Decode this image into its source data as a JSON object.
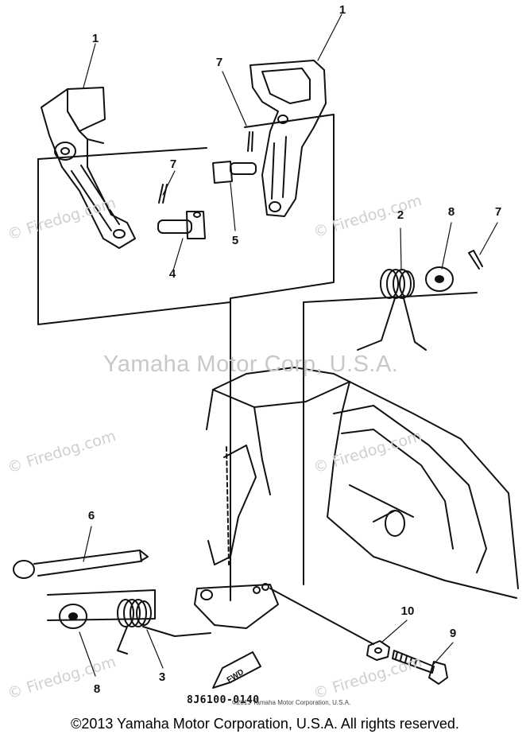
{
  "diagram": {
    "center_watermark": "Yamaha Motor Corp, U.S.A.",
    "side_watermark": "© Firedog.com",
    "part_number": "8J6100-0140",
    "small_copyright": "©2013 Yamaha Motor Corporation, U.S.A.",
    "footer": "©2013 Yamaha Motor Corporation, U.S.A. All rights reserved.",
    "fwd_label": "FWD",
    "callouts": [
      "1",
      "1",
      "7",
      "7",
      "5",
      "4",
      "2",
      "8",
      "7",
      "6",
      "10",
      "9",
      "8",
      "3"
    ]
  }
}
